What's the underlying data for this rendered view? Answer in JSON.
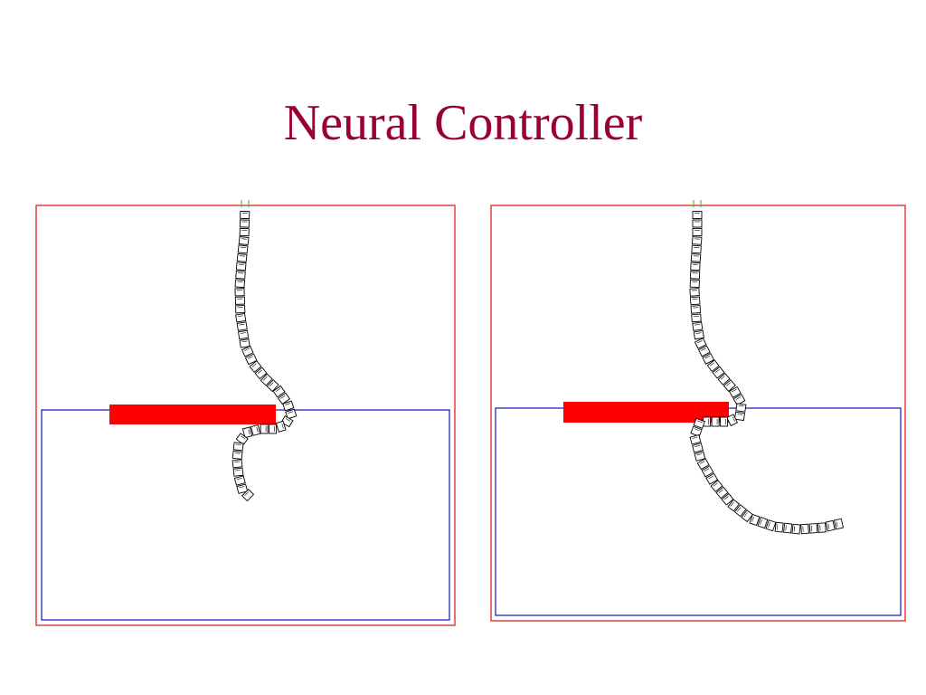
{
  "slide": {
    "title": "Neural Controller"
  },
  "colors": {
    "title": "#990033",
    "outer_frame": "#dd2222",
    "water_region": "#2222cc",
    "obstacle": "#ff0000",
    "body_segments": "#000000",
    "anchor_marker": "#22bb22"
  },
  "panels": [
    {
      "name": "left-simulation",
      "description_icon": "swimmer-trajectory"
    },
    {
      "name": "right-simulation",
      "description_icon": "swimmer-trajectory"
    }
  ]
}
